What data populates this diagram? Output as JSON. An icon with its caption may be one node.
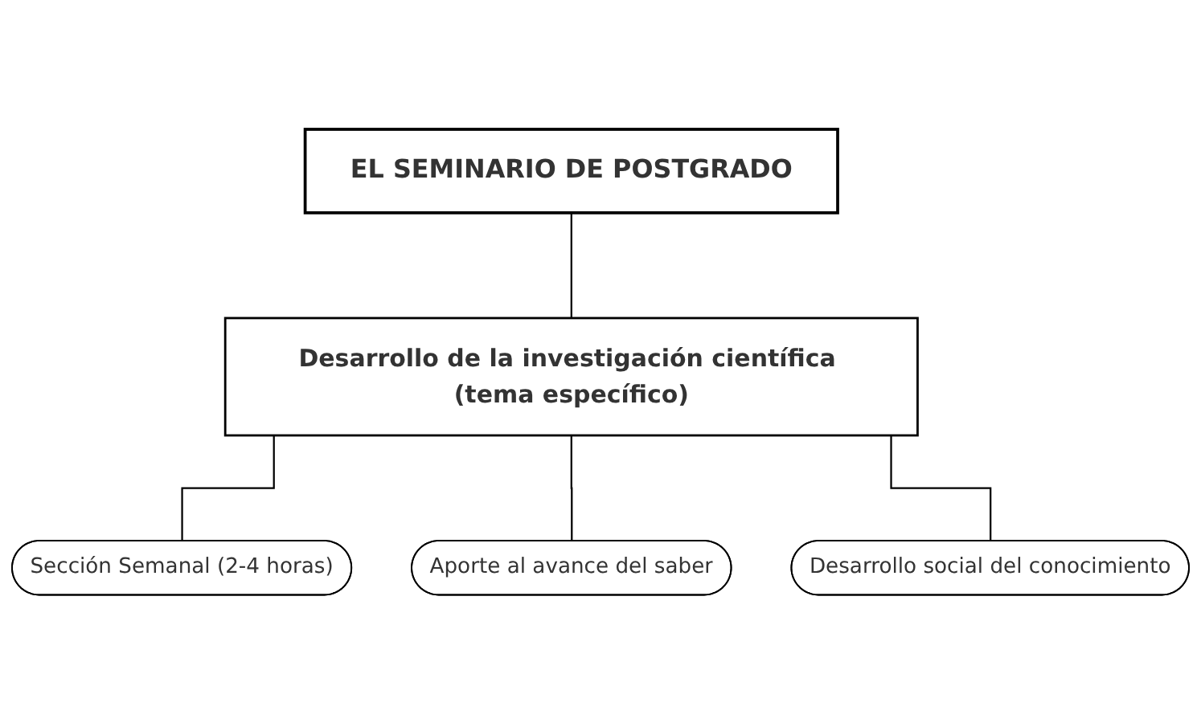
{
  "diagram": {
    "nodes": [
      {
        "text": [
          "EL SEMINARIO DE POSTGRADO"
        ]
      },
      {
        "text": [
          "Desarrollo de la investigación científica (tema específico)"
        ]
      },
      {
        "text": [
          "Sección Semanal (2-4 horas)"
        ]
      },
      {
        "text": [
          "Aporte al avance del saber"
        ]
      },
      {
        "text": [
          "Desarrollo social del conocimiento"
        ]
      }
    ],
    "edges": [
      {
        "from": 0,
        "to": 1,
        "arrow": "none"
      },
      {
        "from": 1,
        "to": 2,
        "arrow": "none"
      },
      {
        "from": 1,
        "to": 3,
        "arrow": "none"
      },
      {
        "from": 1,
        "to": 4,
        "arrow": "none"
      }
    ]
  }
}
